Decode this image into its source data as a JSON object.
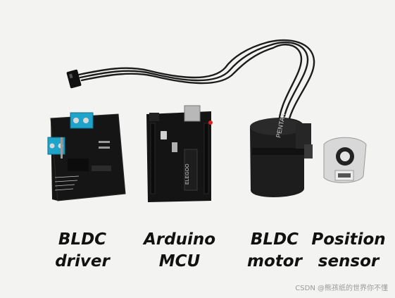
{
  "labels": {
    "driver": {
      "line1": "BLDC",
      "line2": "driver"
    },
    "mcu": {
      "line1": "Arduino",
      "line2": "MCU"
    },
    "motor": {
      "line1": "BLDC",
      "line2": "motor"
    },
    "sensor": {
      "line1": "Position",
      "line2": "sensor"
    }
  },
  "watermark": "CSDN @熊孩纸的世界你不懂"
}
